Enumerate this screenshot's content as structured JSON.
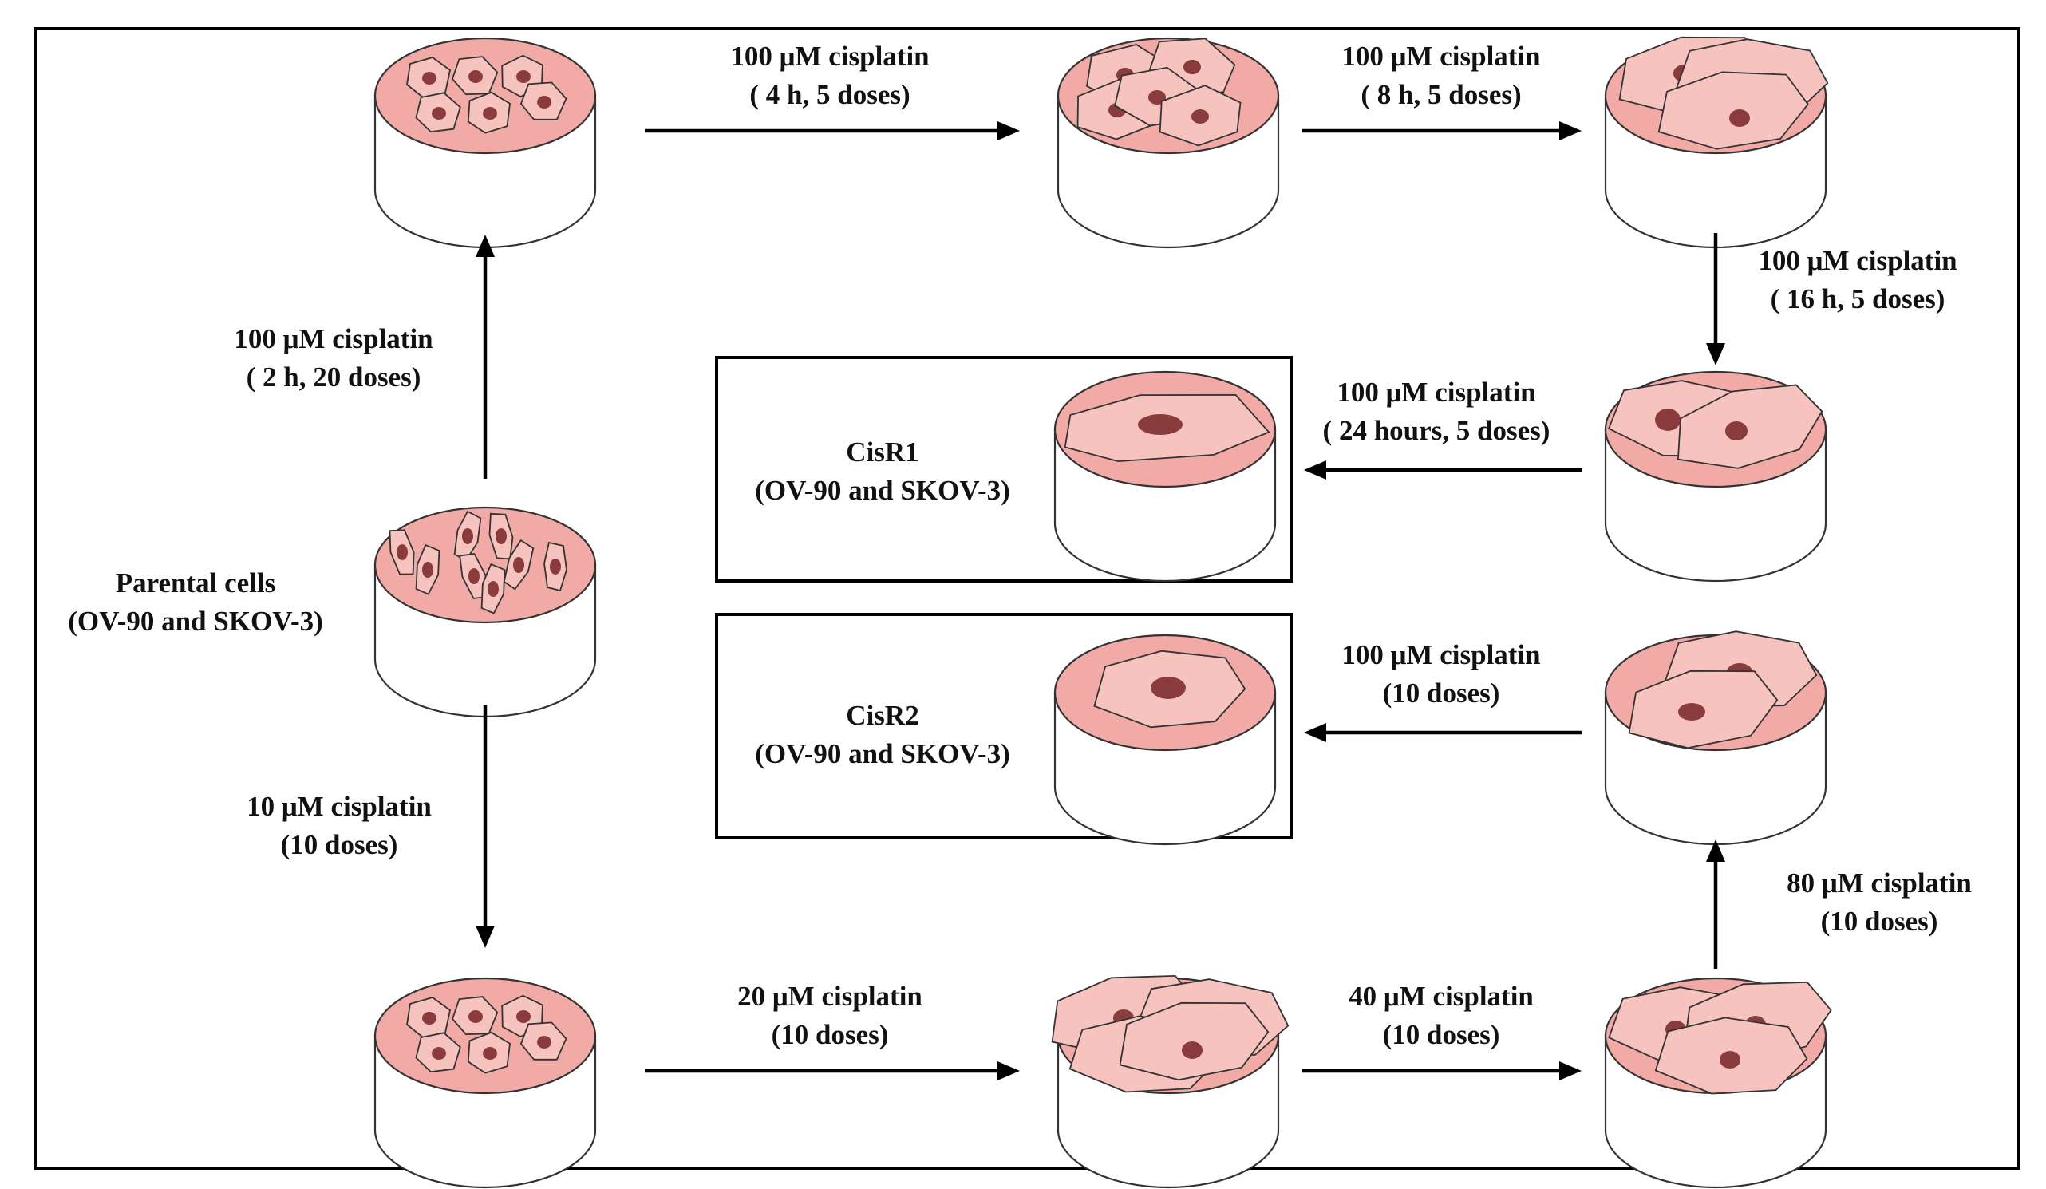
{
  "figure": {
    "colors": {
      "medium": "#f1aaa6",
      "cell": "#f6c3bf",
      "nucleus": "#8a3b3b",
      "outline": "#333333"
    },
    "nodes": {
      "parental": {
        "line1": "Parental cells",
        "line2": "(OV-90 and SKOV-3)"
      },
      "cisr1": {
        "line1": "CisR1",
        "line2": "(OV-90 and SKOV-3)"
      },
      "cisr2": {
        "line1": "CisR2",
        "line2": "(OV-90 and SKOV-3)"
      }
    },
    "treatments": {
      "up_2h": {
        "line1": "100 μM cisplatin",
        "line2": "( 2 h, 20 doses)"
      },
      "top_4h": {
        "line1": "100 μM cisplatin",
        "line2": "( 4 h, 5 doses)"
      },
      "top_8h": {
        "line1": "100 μM cisplatin",
        "line2": "( 8 h, 5 doses)"
      },
      "right_16h": {
        "line1": "100 μM cisplatin",
        "line2": "( 16 h, 5 doses)"
      },
      "to_cisr1_24h": {
        "line1": "100 μM cisplatin",
        "line2": "( 24 hours, 5 doses)"
      },
      "down_10uM": {
        "line1": "10 μM cisplatin",
        "line2": "(10 doses)"
      },
      "bottom_20uM": {
        "line1": "20 μM cisplatin",
        "line2": "(10 doses)"
      },
      "bottom_40uM": {
        "line1": "40 μM cisplatin",
        "line2": "(10 doses)"
      },
      "up_80uM": {
        "line1": "80 μM cisplatin",
        "line2": "(10 doses)"
      },
      "to_cisr2_100uM": {
        "line1": "100 μM cisplatin",
        "line2": "(10 doses)"
      }
    }
  }
}
